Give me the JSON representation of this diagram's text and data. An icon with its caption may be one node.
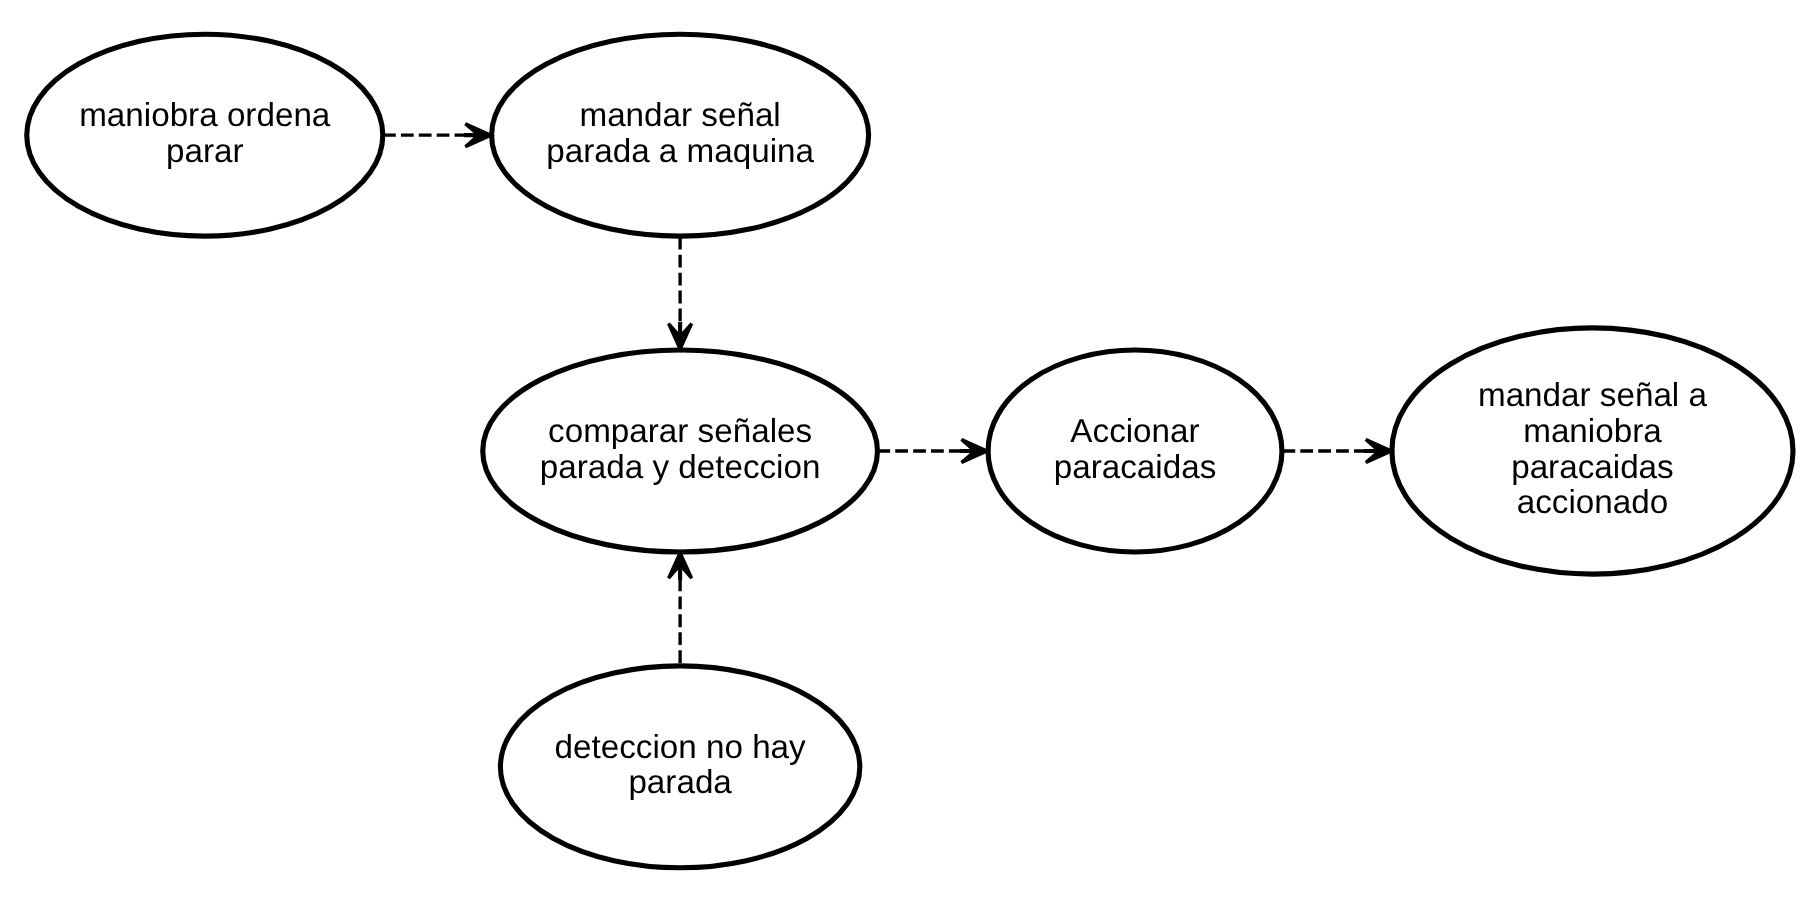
{
  "diagram": {
    "nodes": [
      {
        "text": [
          "maniobra ordena parar"
        ]
      },
      {
        "text": [
          "mandar señal parada a maquina"
        ]
      },
      {
        "text": [
          "comparar señales parada y deteccion"
        ]
      },
      {
        "text": [
          "Accionar paracaidas"
        ]
      },
      {
        "text": [
          "mandar señal a maniobra paracaidas accionado"
        ]
      },
      {
        "text": [
          "deteccion no hay parada"
        ]
      }
    ],
    "edges": [
      {
        "from": 0,
        "to": 1,
        "arrow": "to",
        "style": "dashed"
      },
      {
        "from": 1,
        "to": 2,
        "arrow": "to",
        "style": "dashed"
      },
      {
        "from": 2,
        "to": 3,
        "arrow": "to",
        "style": "dashed"
      },
      {
        "from": 3,
        "to": 4,
        "arrow": "to",
        "style": "dashed"
      },
      {
        "from": 5,
        "to": 2,
        "arrow": "to",
        "style": "dashed"
      }
    ]
  }
}
